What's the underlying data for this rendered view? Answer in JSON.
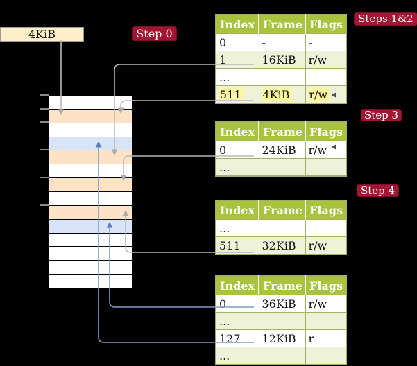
{
  "colors": {
    "background": "#000000",
    "step_bg": "#a11733",
    "step_border": "#7c0f26",
    "step_text": "#ffffff",
    "header_bg": "#a9c33e",
    "table_border": "#a4b162",
    "row_green": "#edf2d8",
    "highlight": "#fcf6a2",
    "mem_free": "#ffffff",
    "mem_pagetable": "#fce3c6",
    "mem_mapped": "#d9e5f6",
    "box_bg": "#fcefc9",
    "box_border": "#9c9c9c",
    "arrow_gray": "#b8b8b8",
    "arrow_gray_head": "#adadad",
    "arrow_blue": "#7e9bca",
    "arrow_blue_head": "#5e7eb6",
    "tick": "#8a8a8a",
    "edge_mark": "#4f4f4f"
  },
  "frame_box": {
    "label": "4KiB"
  },
  "step_labels": {
    "step0": "Step 0",
    "steps12": "Steps 1&2",
    "step3": "Step 3",
    "step4": "Step 4"
  },
  "tables": [
    {
      "headers": [
        "Index",
        "Frame",
        "Flags"
      ],
      "rows": [
        {
          "index": "0",
          "frame": "-",
          "flags": "-",
          "shaded": false,
          "highlight": false
        },
        {
          "index": "1",
          "frame": "16KiB",
          "flags": "r/w",
          "shaded": true,
          "highlight": false
        },
        {
          "index": "...",
          "frame": "",
          "flags": "",
          "shaded": false,
          "highlight": false
        },
        {
          "index": "511",
          "frame": "4KiB",
          "flags": "r/w",
          "shaded": true,
          "highlight": true
        }
      ]
    },
    {
      "headers": [
        "Index",
        "Frame",
        "Flags"
      ],
      "rows": [
        {
          "index": "0",
          "frame": "24KiB",
          "flags": "r/w",
          "shaded": false,
          "highlight": false
        },
        {
          "index": "...",
          "frame": "",
          "flags": "",
          "shaded": true,
          "highlight": false
        }
      ]
    },
    {
      "headers": [
        "Index",
        "Frame",
        "Flags"
      ],
      "rows": [
        {
          "index": "...",
          "frame": "",
          "flags": "",
          "shaded": false,
          "highlight": false
        },
        {
          "index": "511",
          "frame": "32KiB",
          "flags": "r/w",
          "shaded": true,
          "highlight": false
        }
      ]
    },
    {
      "headers": [
        "Index",
        "Frame",
        "Flags"
      ],
      "rows": [
        {
          "index": "0",
          "frame": "36KiB",
          "flags": "r/w",
          "shaded": false,
          "highlight": false
        },
        {
          "index": "...",
          "frame": "",
          "flags": "",
          "shaded": true,
          "highlight": false
        },
        {
          "index": "127",
          "frame": "12KiB",
          "flags": "r",
          "shaded": false,
          "highlight": false
        },
        {
          "index": "...",
          "frame": "",
          "flags": "",
          "shaded": true,
          "highlight": false
        }
      ]
    }
  ],
  "memory": {
    "rows": [
      "free",
      "pagetable",
      "free",
      "mapped",
      "pagetable",
      "free",
      "pagetable",
      "free",
      "pagetable",
      "mapped",
      "free",
      "free",
      "free",
      "free"
    ]
  }
}
